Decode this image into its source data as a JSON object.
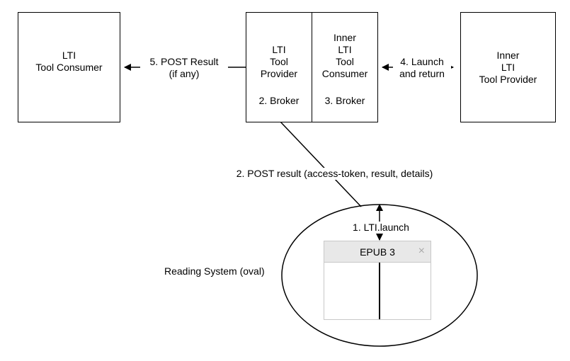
{
  "nodes": {
    "consumer": {
      "lines": [
        "LTI",
        "Tool Consumer"
      ]
    },
    "provider": {
      "lines": [
        "LTI",
        "Tool",
        "Provider"
      ],
      "sub": "2. Broker"
    },
    "inner_consumer": {
      "lines": [
        "Inner",
        "LTI",
        "Tool",
        "Consumer"
      ],
      "sub": "3. Broker"
    },
    "inner_provider": {
      "lines": [
        "Inner",
        "LTI",
        "Tool Provider"
      ]
    },
    "epub_window": {
      "title": "EPUB 3",
      "close": "×"
    },
    "reading_system": {
      "label": "Reading System (oval)"
    }
  },
  "edges": {
    "post_result": {
      "lines": [
        "5. POST Result",
        "(if any)"
      ]
    },
    "launch_return": {
      "lines": [
        "4. Launch",
        "and return"
      ]
    },
    "post_details": {
      "label": "2. POST result (access-token, result, details)"
    },
    "lti_launch": {
      "label": "1. LTI.launch"
    }
  }
}
